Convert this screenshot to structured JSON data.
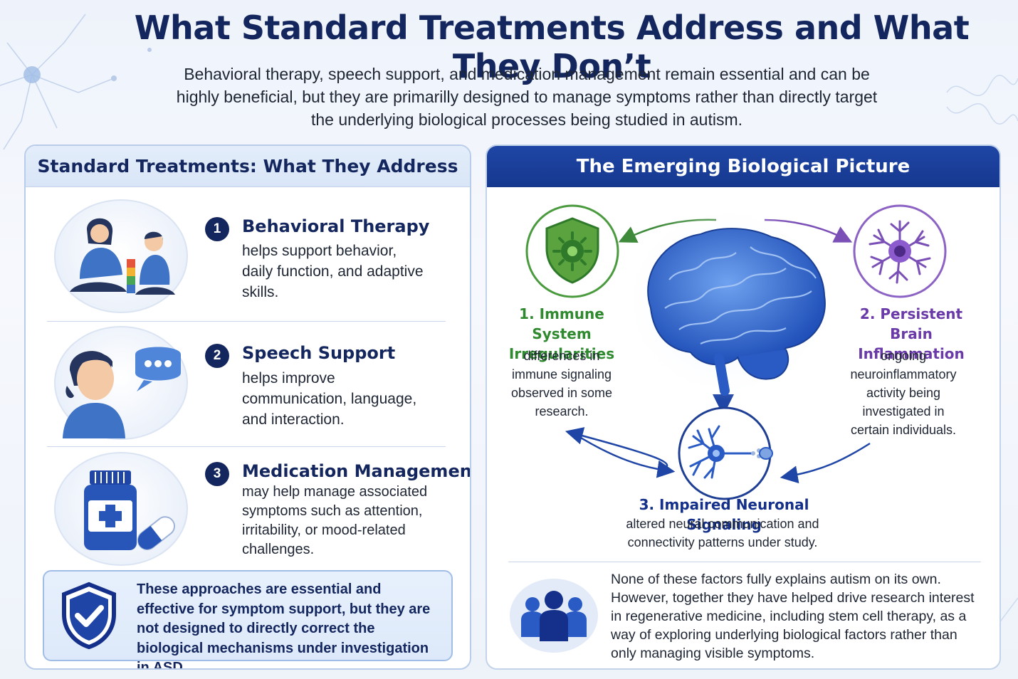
{
  "title": "What Standard Treatments Address and What They Don’t",
  "subtitle": "Behavioral therapy, speech support, and medication management remain essential and can be highly beneficial, but they are primarilly designed to manage symptoms rather than directly target the underlying biological processes being studied in autism.",
  "left_panel": {
    "heading": "Standard Treatments: What They Address",
    "items": [
      {
        "number": "1",
        "title": "Behavioral Therapy",
        "description": "helps support behavior, daily function, and adaptive skills.",
        "icon": "parent-child-play-icon"
      },
      {
        "number": "2",
        "title": "Speech Support",
        "description": "helps improve communication, language, and interaction.",
        "icon": "child-speech-bubble-icon"
      },
      {
        "number": "3",
        "title": "Medication Management",
        "description": "may help manage associated symptoms such as attention, irritability, or mood-related challenges.",
        "icon": "medicine-bottle-icon"
      }
    ],
    "note": "These approaches are essential and effective for symptom support, but they are not designed to directly correct the biological mechanisms under investigation in ASD.",
    "note_icon": "shield-check-icon"
  },
  "right_panel": {
    "heading": "The Emerging Biological Picture",
    "factors": [
      {
        "title": "1. Immune System Irregularities",
        "description": "differences in immune signaling observed in some research.",
        "color": "#2f8a2f",
        "icon": "immune-shield-icon"
      },
      {
        "title": "2. Persistent Brain Inflammation",
        "description": "ongoing neuroinflammatory activity being investigated in certain individuals.",
        "color": "#6a3aa8",
        "icon": "microglia-cell-icon"
      },
      {
        "title": "3. Impaired Neuronal Signaling",
        "description": "altered neural communication and connectivity patterns under study.",
        "color": "#14308a",
        "icon": "neuron-icon"
      }
    ],
    "center_icon": "brain-icon",
    "summary": "None of these factors fully explains autism on its own. However, together they have helped drive research interest in regenerative medicine, including stem cell therapy, as a way of exploring underlying biological factors rather than only managing visible symptoms.",
    "summary_icon": "people-group-icon"
  },
  "colors": {
    "navy": "#14265e",
    "accent_blue": "#1f46a6",
    "green": "#2f8a2f",
    "purple": "#6a3aa8"
  }
}
